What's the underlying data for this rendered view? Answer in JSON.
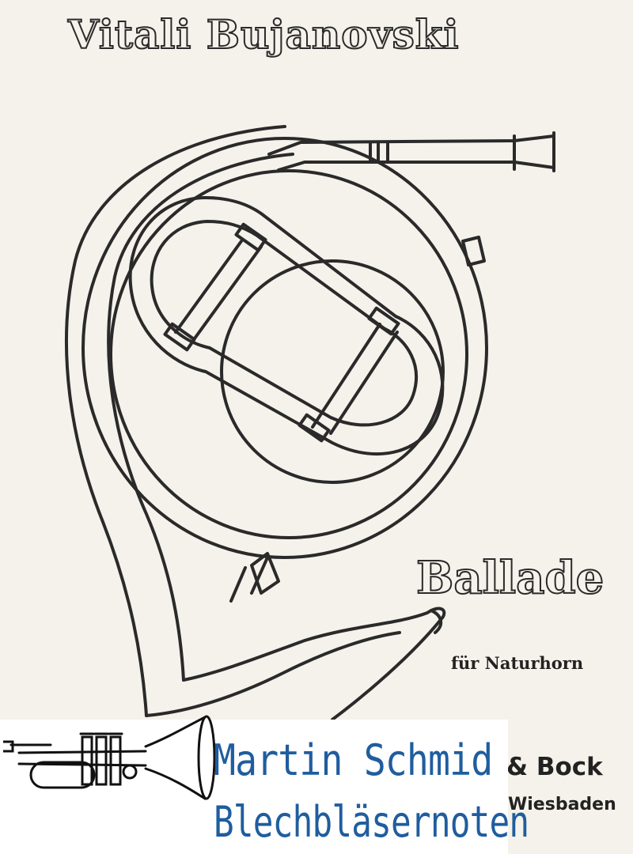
{
  "cover": {
    "composer": "Vitali Bujanovski",
    "title": "Ballade",
    "subtitle": "für Naturhorn",
    "publisher_line1": "& Bock",
    "publisher_line2": "Wiesbaden"
  },
  "watermark": {
    "line1": "Martin Schmid",
    "line2": "Blechbläsernoten",
    "text_color": "#1f5d9e",
    "icon": "trumpet-icon"
  },
  "illustration": {
    "subject": "natural-horn-icon",
    "line_color": "#2a2a2a",
    "paper_color": "#f4f2ea"
  }
}
